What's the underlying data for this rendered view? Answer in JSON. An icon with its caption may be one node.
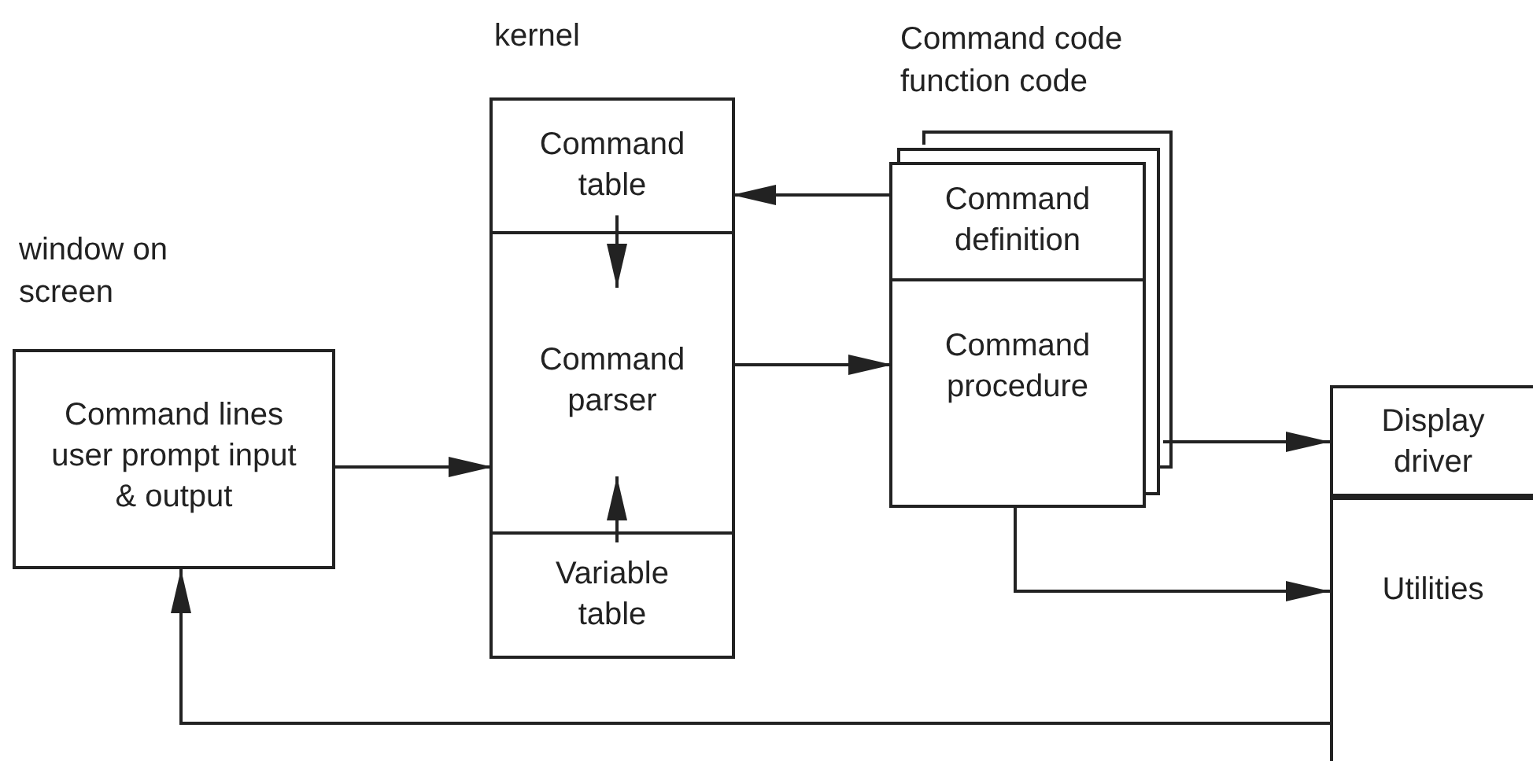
{
  "diagram": {
    "nodes": [
      {
        "text": [
          "window on screen",
          "Command lines user prompt input & output"
        ]
      },
      {
        "text": [
          "kernel"
        ]
      },
      {
        "text": [
          "Command table"
        ],
        "in": 1
      },
      {
        "text": [
          "Command parser"
        ],
        "in": 1
      },
      {
        "text": [
          "Variable table"
        ],
        "in": 1
      },
      {
        "text": [
          "Command code function code"
        ]
      },
      {
        "text": [
          "Command definition"
        ],
        "in": 5
      },
      {
        "text": [
          "Command procedure"
        ],
        "in": 5
      },
      {
        "text": [],
        "shape": "box"
      },
      {
        "text": [
          "Display driver"
        ],
        "in": 8
      },
      {
        "text": [
          "Utilities"
        ],
        "in": 8
      }
    ],
    "edges": [
      {
        "from": 0,
        "to": 3,
        "arrow": "to"
      },
      {
        "from": 6,
        "to": 2,
        "arrow": "to"
      },
      {
        "from": 2,
        "to": 3,
        "arrow": "to"
      },
      {
        "from": 4,
        "to": 3,
        "arrow": "to"
      },
      {
        "from": 3,
        "to": 7,
        "arrow": "to"
      },
      {
        "from": 7,
        "to": 9,
        "arrow": "to"
      },
      {
        "from": 7,
        "to": 10,
        "arrow": "to"
      },
      {
        "from": 10,
        "to": 0,
        "arrow": "to"
      }
    ]
  }
}
